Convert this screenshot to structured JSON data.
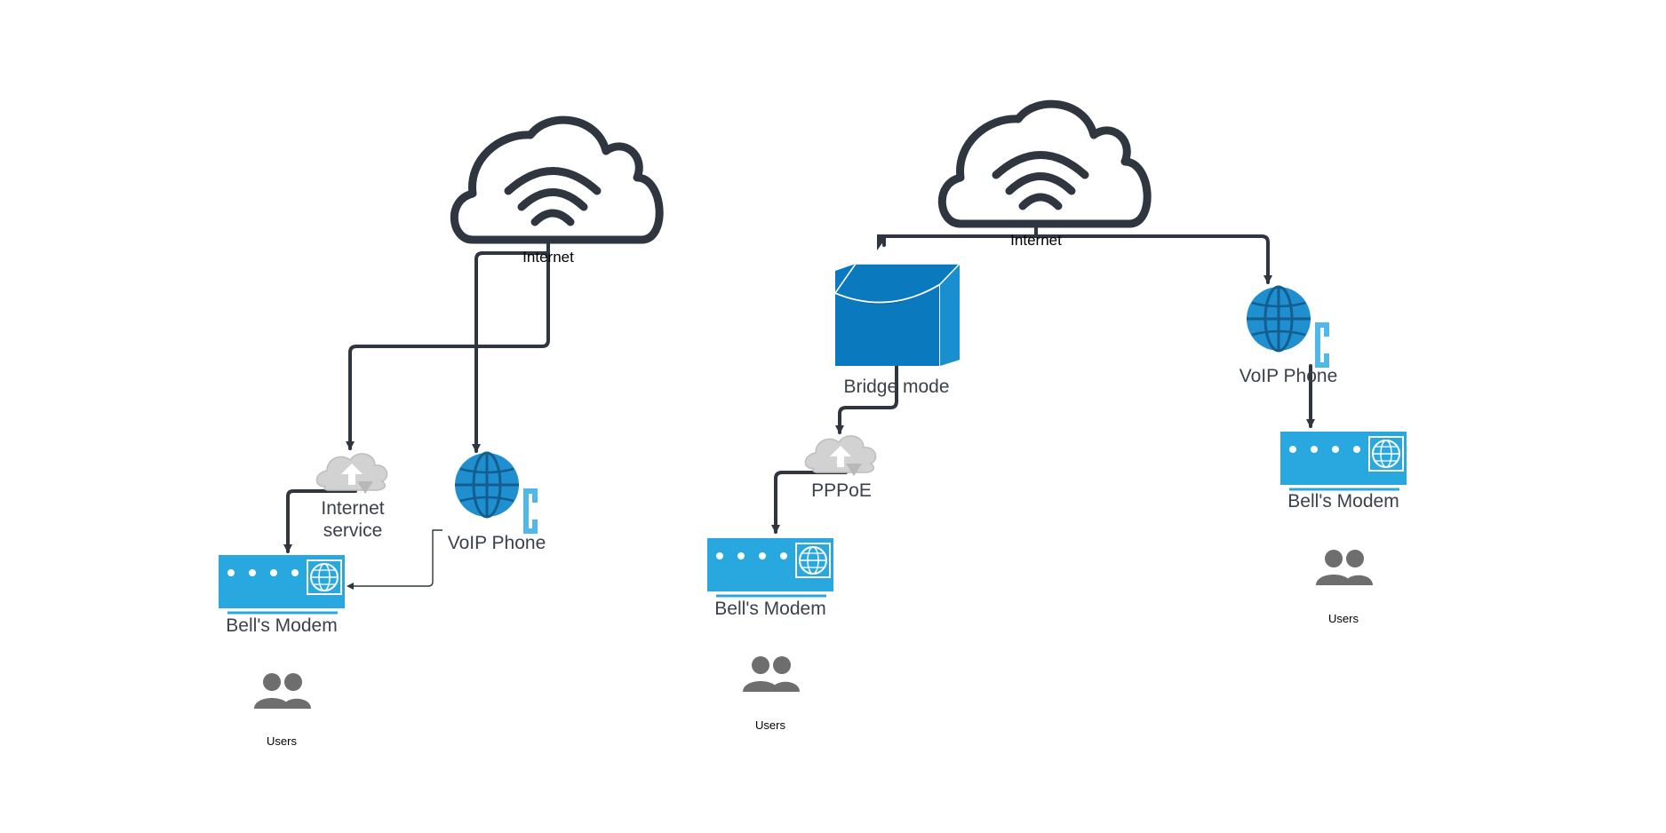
{
  "diagram": {
    "left": {
      "internet_label": "Internet",
      "service_label_line1": "Internet",
      "service_label_line2": "service",
      "voip_label": "VoIP Phone",
      "modem_label": "Bell's Modem",
      "users_label": "Users"
    },
    "right": {
      "internet_label": "Internet",
      "bridge_label": "Bridge mode",
      "pppoe_label": "PPPoE",
      "modem_a_label": "Bell's Modem",
      "users_a_label": "Users",
      "voip_label": "VoIP Phone",
      "modem_b_label": "Bell's Modem",
      "users_b_label": "Users"
    }
  },
  "colors": {
    "cloud_outline": "#2f3640",
    "modem_blue": "#29a8e0",
    "globe_blue": "#1f8fcf",
    "bridge_blue": "#0a79be",
    "users_gray": "#6e6e6e",
    "service_cloud_gray": "#c9c9c9"
  }
}
